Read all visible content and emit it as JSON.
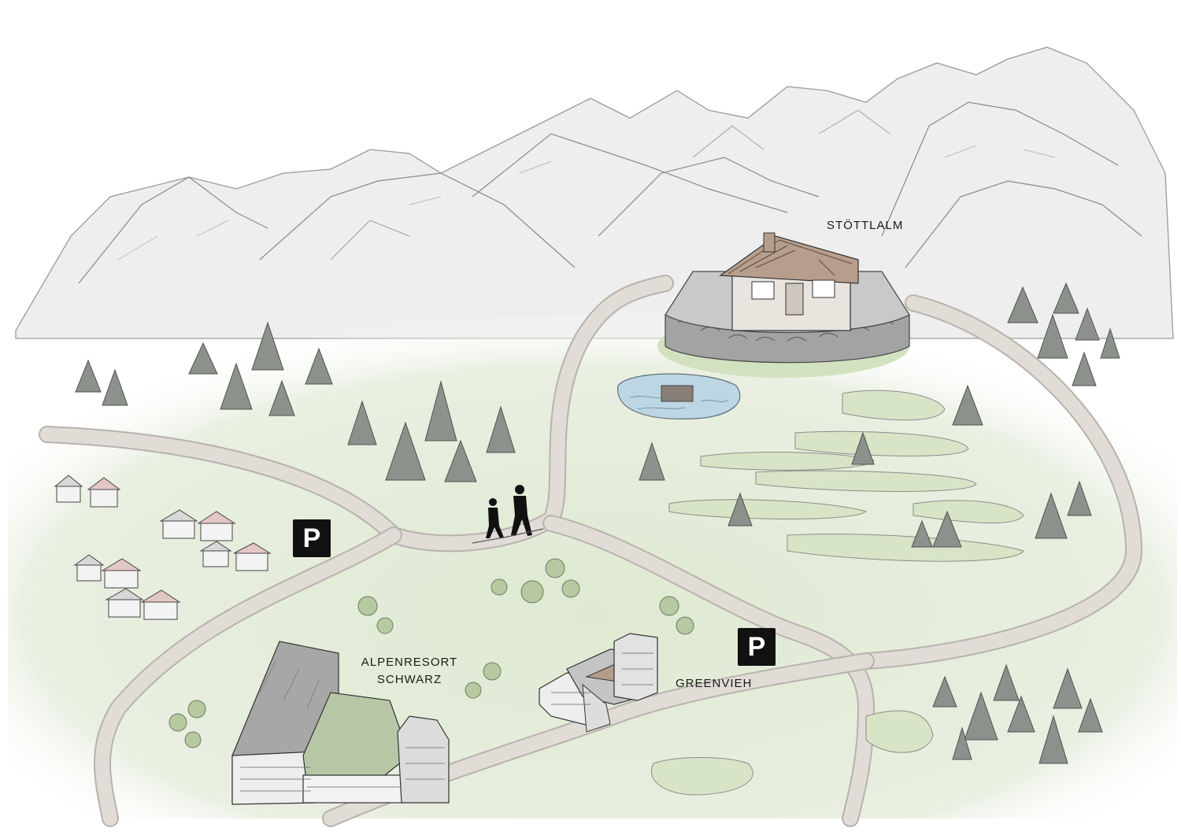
{
  "labels": {
    "stoettlalm": "STÖTTLALM",
    "alpenresort_line1": "ALPENRESORT",
    "alpenresort_line2": "SCHWARZ",
    "greenvieh": "GREENVIEH"
  },
  "parking": {
    "symbol": "P"
  },
  "colors": {
    "meadow": "#e4ecd9",
    "road": "#d9d3cf",
    "mountain": "#eeeeee",
    "pond": "#bcd6e3",
    "parking_bg": "#111111",
    "tree": "#6f7570"
  }
}
